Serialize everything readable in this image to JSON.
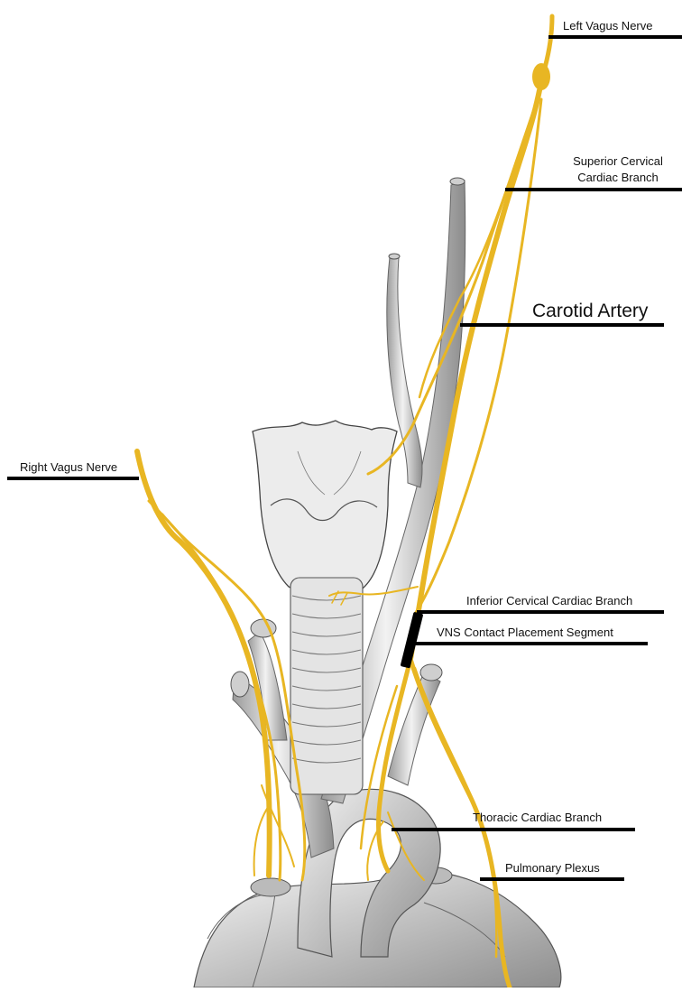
{
  "colors": {
    "nerve": "#e8b623",
    "nerve_edge": "#b98a10",
    "artery_fill": "#d9d9d9",
    "artery_edge": "#6f6f6f",
    "trachea_fill": "#e6e6e6",
    "heart_fill": "#cfcfcf",
    "vns_segment": "#000000",
    "leader": "#000000",
    "background": "#ffffff"
  },
  "labels": {
    "left_vagus": "Left Vagus Nerve",
    "superior_cervical_line1": "Superior Cervical",
    "superior_cervical_line2": "Cardiac Branch",
    "carotid": "Carotid Artery",
    "right_vagus": "Right Vagus Nerve",
    "inferior_cervical": "Inferior Cervical Cardiac Branch",
    "vns_segment": "VNS Contact Placement Segment",
    "thoracic": "Thoracic Cardiac Branch",
    "pulmonary": "Pulmonary Plexus"
  }
}
